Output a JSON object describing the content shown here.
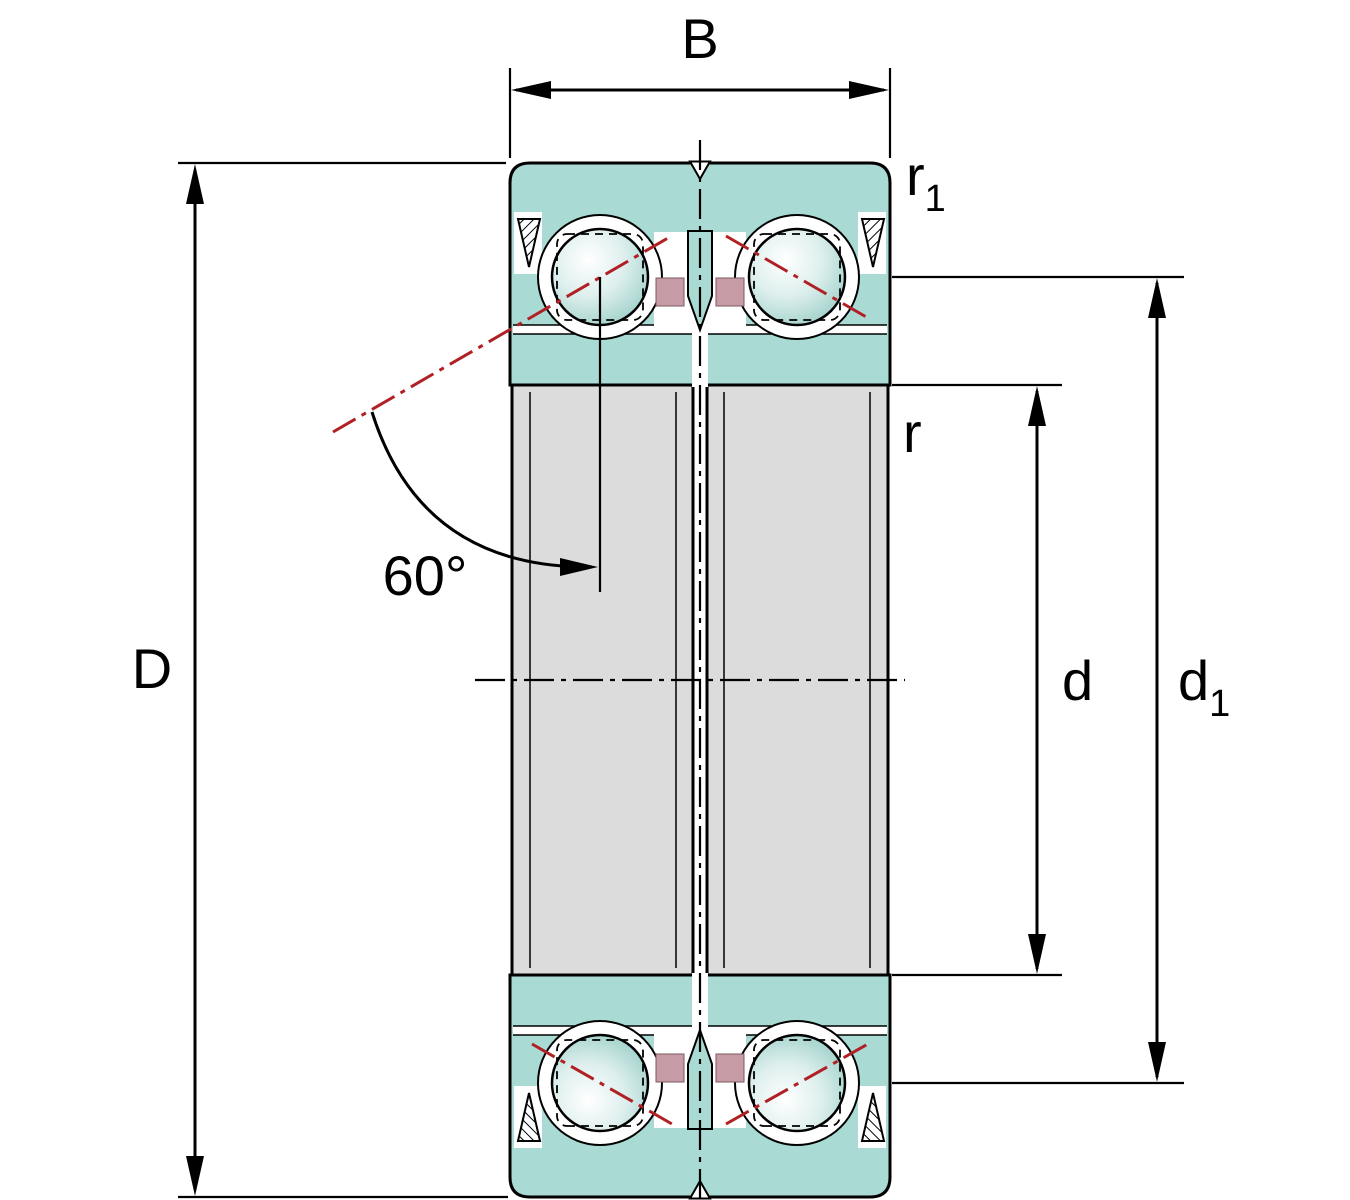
{
  "diagram": {
    "labels": {
      "width": "B",
      "outer_diameter": "D",
      "bore_diameter": "d",
      "shoulder_diameter_base": "d",
      "shoulder_diameter_sub": "1",
      "chamfer_outer_base": "r",
      "chamfer_outer_sub": "1",
      "chamfer_inner": "r",
      "contact_angle": "60°"
    },
    "colors": {
      "ring-fill": "#a9dbd4",
      "sleeve-fill": "#dcdcdc",
      "cage-accent": "#c79ca6",
      "contact-line": "#b02025",
      "outline": "#000000"
    }
  }
}
